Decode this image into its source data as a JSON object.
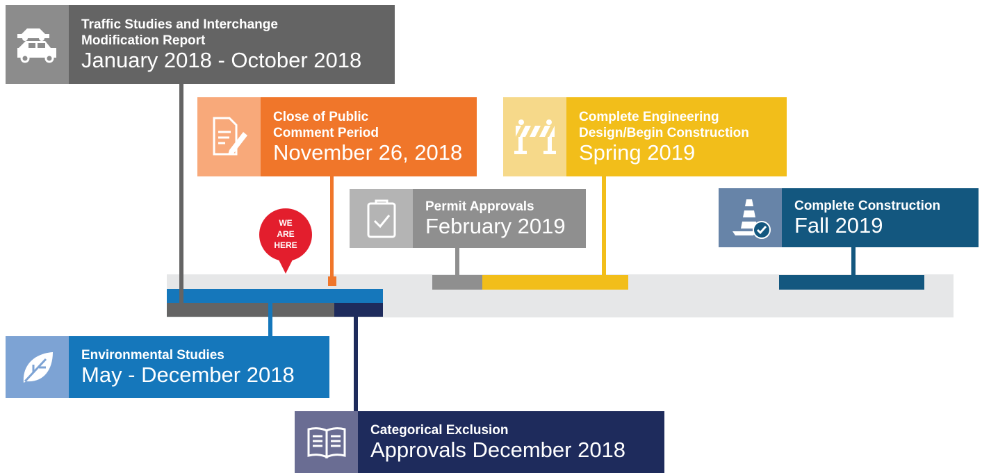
{
  "colors": {
    "track": "#e6e7e8",
    "traffic": "#646464",
    "traffic_icon_bg": "#8c8c8c",
    "comment": "#f0762a",
    "comment_icon_bg": "#f8a97a",
    "engineering": "#f2be1a",
    "engineering_icon_bg": "#f6d98a",
    "permit": "#8f8f8f",
    "permit_icon_bg": "#b4b4b4",
    "construction": "#13577f",
    "construction_icon_bg": "#6784a8",
    "environmental": "#1577bb",
    "environmental_icon_bg": "#7da3d4",
    "exclusion": "#1e2b5c",
    "exclusion_icon_bg": "#6a6d93",
    "pin": "#e31e2d"
  },
  "milestones": {
    "traffic": {
      "title_line1": "Traffic Studies and Interchange",
      "title_line2": "Modification Report",
      "date": "January 2018 - October 2018",
      "icon": "cars-icon"
    },
    "comment": {
      "title_line1": "Close of Public",
      "title_line2": "Comment Period",
      "date": "November 26, 2018",
      "icon": "document-pen-icon"
    },
    "engineering": {
      "title_line1": "Complete Engineering",
      "title_line2": "Design/Begin Construction",
      "date": "Spring 2019",
      "icon": "barricade-icon"
    },
    "permit": {
      "title": "Permit Approvals",
      "date": "February 2019",
      "icon": "clipboard-check-icon"
    },
    "construction": {
      "title": "Complete Construction",
      "date": "Fall 2019",
      "icon": "traffic-cone-check-icon"
    },
    "environmental": {
      "title": "Environmental Studies",
      "date": "May - December 2018",
      "icon": "leaf-icon"
    },
    "exclusion": {
      "title": "Categorical Exclusion",
      "date": "Approvals December 2018",
      "icon": "open-book-icon"
    }
  },
  "marker": {
    "line1": "WE",
    "line2": "ARE",
    "line3": "HERE"
  }
}
